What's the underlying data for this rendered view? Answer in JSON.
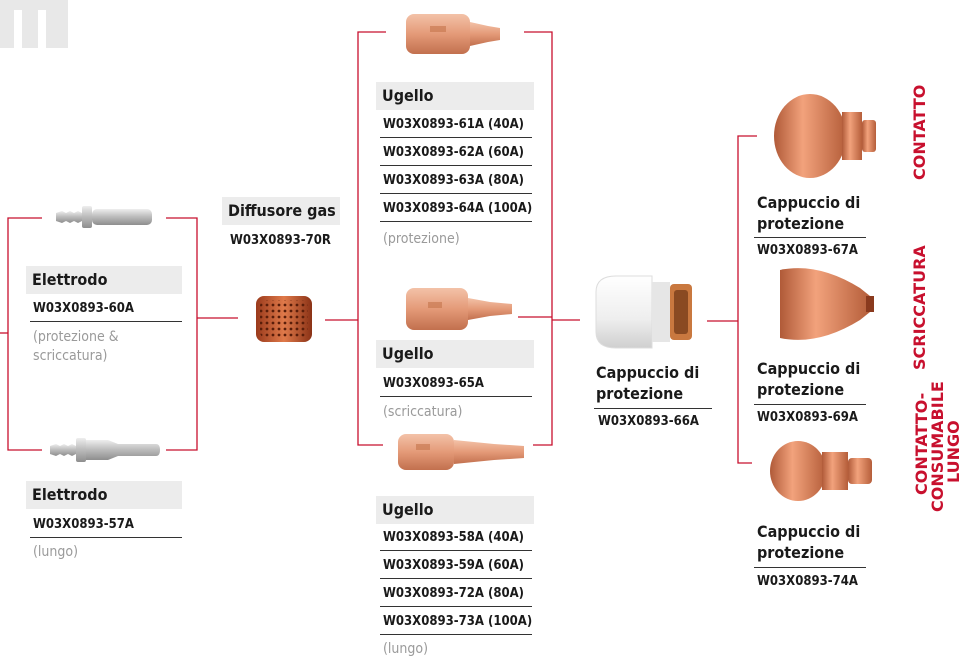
{
  "colors": {
    "connector": "#c8102e",
    "accent_red": "#c8102e",
    "header_bg": "#ececec",
    "note_gray": "#9a9a9a",
    "copper": "#d9805f"
  },
  "electrode_a": {
    "title": "Elettrodo",
    "code": "W03X0893-60A",
    "note_l1": "(protezione &",
    "note_l2": "scriccatura)"
  },
  "electrode_b": {
    "title": "Elettrodo",
    "code": "W03X0893-57A",
    "note": "(lungo)"
  },
  "diffuser": {
    "title": "Diffusore gas",
    "code": "W03X0893-70R"
  },
  "nozzle_protection": {
    "title": "Ugello",
    "codes": [
      "W03X0893-61A (40A)",
      "W03X0893-62A (60A)",
      "W03X0893-63A (80A)",
      "W03X0893-64A (100A)"
    ],
    "note": "(protezione)"
  },
  "nozzle_gouging": {
    "title": "Ugello",
    "code": "W03X0893-65A",
    "note": "(scriccatura)"
  },
  "nozzle_long": {
    "title": "Ugello",
    "codes": [
      "W03X0893-58A (40A)",
      "W03X0893-59A (60A)",
      "W03X0893-72A (80A)",
      "W03X0893-73A (100A)"
    ],
    "note": "(lungo)"
  },
  "retaining_cap": {
    "title_l1": "Cappuccio di",
    "title_l2": "protezione",
    "code": "W03X0893-66A"
  },
  "shield_contact": {
    "title_l1": "Cappuccio di",
    "title_l2": "protezione",
    "code": "W03X0893-67A",
    "side": "CONTATTO"
  },
  "shield_gouging": {
    "title_l1": "Cappuccio di",
    "title_l2": "protezione",
    "code": "W03X0893-69A",
    "side": "SCRICCATURA"
  },
  "shield_long": {
    "title_l1": "Cappuccio di",
    "title_l2": "protezione",
    "code": "W03X0893-74A",
    "side_l1": "CONTATTO-",
    "side_l2": "CONSUMABILE",
    "side_l3": "LUNGO"
  }
}
